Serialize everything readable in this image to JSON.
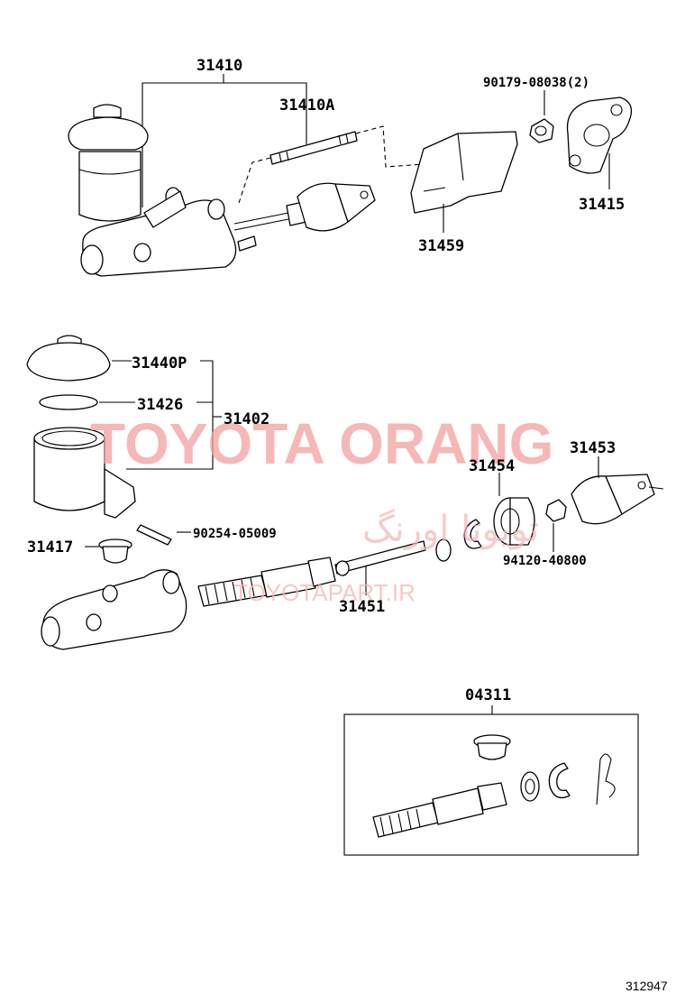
{
  "labels": {
    "p31410": "31410",
    "p31410A": "31410A",
    "p90179": "90179-08038(2)",
    "p31415": "31415",
    "p31459": "31459",
    "p31440P": "31440P",
    "p31426": "31426",
    "p31402": "31402",
    "p31453": "31453",
    "p31454": "31454",
    "p90254": "90254-05009",
    "p31417": "31417",
    "p94120": "94120-40800",
    "p31451": "31451",
    "p04311": "04311"
  },
  "watermark": {
    "main": "TOYOTA ORANG",
    "persian": "تویوتا اورنگ",
    "url": "TOYOTAPART.IR",
    "color": "#f3a0a0"
  },
  "catalog_number": "312947"
}
